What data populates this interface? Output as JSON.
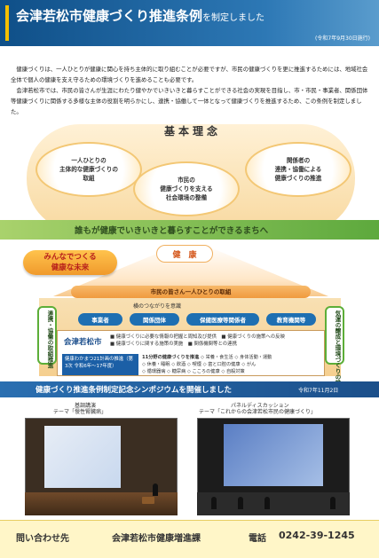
{
  "header": {
    "title": "会津若松市健康づくり推進条例",
    "title_suffix": "を制定しました",
    "date": "(令和7年9月30日施行)"
  },
  "intro": [
    "健康づくりは、一人ひとりが健康に関心を持ち主体的に取り組むことが必要ですが、市民の健康づくりを更に推進するためには、地域社会全体で個人の健康を支え守るための環境づくりを進めることも必要です。",
    "会津若松市では、市民の皆さんが生涯にわたり健やかでいきいきと暮らすことができる社会の実現を目指し、市・市民・事業者、関係団体等健康づくりに関係する多様な主体の役割を明らかにし、連携・協働して一体となって健康づくりを推進するため、この条例を制定しました。"
  ],
  "principles": {
    "title": "基本理念",
    "items": [
      "一人ひとりの\n主体的な健康づくりの\n取組",
      "市民の\n健康づくりを支える\n社会環境の整備",
      "関係者の\n連携・協働による\n健康づくりの推進"
    ]
  },
  "vision": "誰もが健康でいきいきと暮らすことができるまちへ",
  "future": {
    "line1": "みんなでつくる",
    "line2": "健康な未来"
  },
  "health_label": "健　康",
  "citizen_label": "市民の皆さん一人ひとりの取組",
  "bottom": {
    "yoko_label": "横のつながりを意識",
    "left_column": "連携・協働の取組推進",
    "right_column": "気運の醸成と環境づくりの推進",
    "orgs": [
      "事業者",
      "関係団体",
      "保健医療等関係者",
      "教育機関等"
    ],
    "city": "会津若松市",
    "city_items": [
      "■ 健康づくりに必要な情報の把握と周知及び提供",
      "■ 健康づくりの施策への反映",
      "■ 健康づくりに関する施策の実施",
      "■ 関係機関等との連携"
    ],
    "plan": "健康わかまつ21計画の推進（第3次 令和6年〜17年度）",
    "goals_title": "11分野の健康づくりを推進",
    "goals": [
      "◇ 栄養・食生活",
      "◇ 身体活動・運動",
      "◇ 休養・睡眠",
      "◇ 飲酒",
      "◇ 喫煙",
      "◇ 歯と口腔の健康",
      "◇ がん",
      "◇ 循環器病",
      "◇ 糖尿病",
      "◇ こころの健康",
      "◇ 自殺対策"
    ]
  },
  "symposium": {
    "title": "健康づくり推進条例制定記念シンポジウムを開催しました",
    "date": "令和7年11月2日",
    "left_caption_1": "基調講演",
    "left_caption_2": "テーマ「慢性腎臓病」",
    "right_caption_1": "パネルディスカッション",
    "right_caption_2": "テーマ「これからの会津若松市民の健康づくり」"
  },
  "footer": {
    "contact_label": "問い合わせ先",
    "department": "会津若松市健康増進課",
    "phone_label": "電話",
    "phone": "0242-39-1245"
  }
}
